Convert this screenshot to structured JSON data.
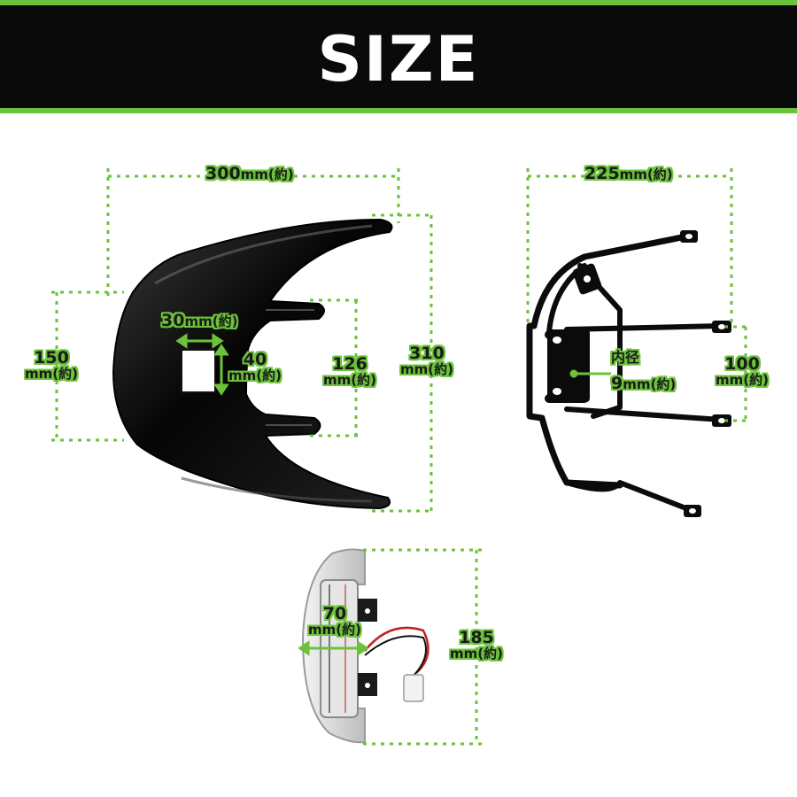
{
  "header": {
    "title": "SIZE"
  },
  "colors": {
    "accent": "#6cc23a",
    "header_bg": "#0a0a0a",
    "label_text": "#1a1a1a"
  },
  "visor": {
    "width": {
      "value": "300",
      "unit": "mm(約)"
    },
    "left_height": {
      "value": "150",
      "unit": "mm(約)"
    },
    "hole_width": {
      "value": "30",
      "unit": "mm(約)"
    },
    "hole_height": {
      "value": "40",
      "unit": "mm(約)"
    },
    "inner_height": {
      "value": "126",
      "unit": "mm(約)"
    },
    "total_height": {
      "value": "310",
      "unit": "mm(約)"
    }
  },
  "bracket": {
    "width": {
      "value": "225",
      "unit": "mm(約)"
    },
    "hole_label": "内径",
    "hole_diameter": {
      "value": "9",
      "unit": "mm(約)"
    },
    "mount_spacing": {
      "value": "100",
      "unit": "mm(約)"
    }
  },
  "lamp": {
    "depth": {
      "value": "70",
      "unit": "mm(約)"
    },
    "height": {
      "value": "185",
      "unit": "mm(約)"
    }
  }
}
